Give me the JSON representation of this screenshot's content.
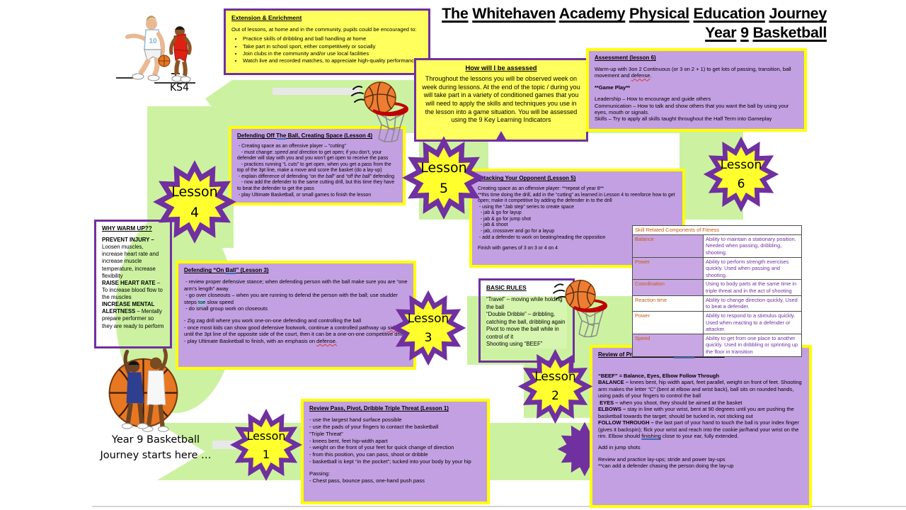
{
  "title": {
    "line1": "The Whitehaven Academy Physical Education Journey",
    "line2": "Year 9 Basketball"
  },
  "ks4_label": "KS4",
  "start_text": {
    "line1": "Year 9 Basketball",
    "line2": "Journey starts here …"
  },
  "stars": {
    "s1": {
      "word": "Lesson",
      "num": "1"
    },
    "s2": {
      "word": "Lesson",
      "num": "2"
    },
    "s3": {
      "word": "Lesson",
      "num": "3"
    },
    "s4": {
      "word": "Lesson",
      "num": "4"
    },
    "s5": {
      "word": "Lesson",
      "num": "5"
    },
    "s6": {
      "word": "Lesson",
      "num": "6"
    }
  },
  "extension": {
    "title": "Extension & Enrichment",
    "intro": "Out of lessons, at home and in the community, pupils could be encouraged to:",
    "bullets": [
      "Practice skills of dribbling and ball handling at home",
      "Take part in school sport, either competitively or socially",
      "Join clubs in the community and/or use local facilities",
      "Watch live and recorded matches, to appreciate high-quality performance"
    ]
  },
  "assessed": {
    "title": "How will I be assessed",
    "body": "Throughout the lessons you will be observed week on week during lessons. At the end of the topic / during you will take part in a variety of conditioned games that you will need to apply the skills and techniques you use in the lesson into a game situation. You will be assessed using the 9 Key Learning Indicators"
  },
  "assessment": {
    "title": "Assessment (lesson 6)",
    "paragraphs": [
      [
        {
          "t": "Warm-up with 3on 2 Continuous (or 3 on 2 + 1) to get lots of passing, transition, ball movement and "
        },
        {
          "t": "defense",
          "s": "w"
        },
        {
          "t": "."
        }
      ],
      [],
      [
        {
          "t": "**Game Play**",
          "s": "b"
        }
      ],
      [],
      [
        {
          "t": "Leadership – How to encourage and guide others"
        }
      ],
      [
        {
          "t": "Communication – How to talk and show others that you want the ball by using your eyes, mouth or signals."
        }
      ],
      [
        {
          "t": "Skills – Try to apply all skills taught throughout the Half Term into Gameplay"
        }
      ]
    ]
  },
  "lesson4": {
    "title_runs": [
      {
        "t": "Defending Off "
      },
      {
        "t": "The",
        "s": "bu"
      },
      {
        "t": " Ball, Creating Space (Lesson 4)"
      }
    ],
    "paragraphs": [
      [
        {
          "t": " - Creating space as an offensive player – “cutting”"
        }
      ],
      [
        {
          "t": "   - must change: "
        },
        {
          "t": "speed and direction",
          "s": "i"
        },
        {
          "t": " to get open; if you don’t, your defender will stay with you and you won’t get open to receive the pass"
        }
      ],
      [
        {
          "t": "   - practices running “L cuts” to get open, when you get a pass from the top of the 3pt line, make a move and score the basket (do a lay-up)"
        }
      ],
      [
        {
          "t": " - explain difference of defending "
        },
        {
          "t": "“on the ball”",
          "s": "i"
        },
        {
          "t": " and "
        },
        {
          "t": "“off the ball”",
          "s": "i"
        },
        {
          "t": " defending"
        }
      ],
      [
        {
          "t": "   - now add the defender to the same cutting drill, but this time they have to beat the defender to get the pass"
        }
      ],
      [
        {
          "t": " - play Ultimate Basketball, or small games to finish the lesson"
        }
      ]
    ]
  },
  "lesson5": {
    "title": "Attacking Your Opponent (Lesson 5)",
    "paragraphs": [
      [
        {
          "t": "Creating space as an offensive player: **repeat of year 8**"
        }
      ],
      [
        {
          "t": "**this time doing the drill, add in the “cutting” as learned in Lesson 4 to reenforce how to get open; make it competitive by adding the defender in to the drill"
        }
      ],
      [
        {
          "t": " - using the “Jab step” series to create space"
        }
      ],
      [
        {
          "t": "  - jab & go for layup"
        }
      ],
      [
        {
          "t": "  - jab & go for jump shot"
        }
      ],
      [
        {
          "t": "  - jab & shoot"
        }
      ],
      [
        {
          "t": "  - jab, crossover and go for a layup"
        }
      ],
      [
        {
          "t": " - add a defender to work on beating/reading the opposition"
        }
      ],
      [],
      [
        {
          "t": "Finish with games of 3 on 3 or 4 on 4"
        }
      ]
    ]
  },
  "why_warm_up": {
    "title": "WHY WARM UP??",
    "paragraphs": [
      [
        {
          "t": "PREVENT INJURY –",
          "s": "b"
        },
        {
          "t": " Loosen muscles, increase heart rate and increase muscle temperature, increase flexibility"
        }
      ],
      [
        {
          "t": "RAISE HEART RATE",
          "s": "b"
        },
        {
          "t": " – To increase blood flow to the muscles"
        }
      ],
      [
        {
          "t": "INCREASE MENTAL ALERTNESS",
          "s": "b"
        },
        {
          "t": " – Mentally prepare performer so they are ready to perform"
        }
      ]
    ]
  },
  "lesson3": {
    "title_runs": [
      {
        "t": "Defending “On "
      },
      {
        "t": "Ball",
        "s": "bu"
      },
      {
        "t": "”  (Lesson 3)"
      }
    ],
    "paragraphs": [
      [
        {
          "t": " - review proper defensive stance; when defending person with the ball make sure you are “one arm’s length” away"
        }
      ],
      [
        {
          "t": " - go over closeouts – when you are running to defend the person with the ball; use studder steps "
        },
        {
          "t": "toe",
          "s": "hb"
        },
        {
          "t": " slow speed"
        }
      ],
      [
        {
          "t": " - do small group work on closeouts"
        }
      ],
      [],
      [
        {
          "t": "- Zig zag drill where you work one-on-one defending and controlling the ball"
        }
      ],
      [
        {
          "t": "- once most kids can show good defensive footwork, continue a controlled pathway up "
        },
        {
          "t": "sideline,",
          "s": "w"
        },
        {
          "t": " until the 3pt line of the opposite side of the court, then it can be a one-on-one competitive drill"
        }
      ],
      [
        {
          "t": "- play Ultimate Basketball to finish, with an emphasis on "
        },
        {
          "t": "defense.",
          "s": "w"
        }
      ]
    ]
  },
  "basic_rules": {
    "title": "BASIC RULES",
    "paragraphs": [
      [
        {
          "t": "“Travel” – moving while holding the ball"
        }
      ],
      [
        {
          "t": "“Double Dribble” – dribbling, catching the ball, dribbling again"
        }
      ],
      [
        {
          "t": "Pivot to move the ball while in control of it"
        }
      ],
      [
        {
          "t": "Shooting using “BEEF”"
        }
      ]
    ]
  },
  "lesson2": {
    "title_runs": [
      {
        "t": "Review of Proper Shooting; "
      },
      {
        "t": "“BEEF”",
        "s": "bu"
      },
      {
        "t": "  (Lesson 2)"
      }
    ],
    "paragraphs": [
      [],
      [],
      [
        {
          "t": "“BEEF” = Balance, Eyes, Elbow Follow Through",
          "s": "b"
        }
      ],
      [
        {
          "t": "BALANCE –",
          "s": "b"
        },
        {
          "t": " knees bent, hip width apart, feet parallel, weight on front of feet. Shooting arm makes the letter “C” (bent at elbow and wrist back), ball sits on rounded hands, using pads of your fingers to control the ball"
        }
      ],
      [
        {
          "t": " EYES –",
          "s": "b"
        },
        {
          "t": " when you shoot, they should be aimed at the basket"
        }
      ],
      [
        {
          "t": "ELBOWS –",
          "s": "b"
        },
        {
          "t": " stay in line with your wrist, bent at 90 degrees until you are pushing the basketball towards the target; should be tucked in, not sticking out"
        }
      ],
      [
        {
          "t": "FOLLOW THROUGH –",
          "s": "b"
        },
        {
          "t": " the last part of your hand to touch the ball is your index finger (gives it backspin); flick your wrist and reach into the cookie jar/hand your wrist on the rim. Elbow should "
        },
        {
          "t": "finishing",
          "s": "bu"
        },
        {
          "t": " close to your ear, fully extended."
        }
      ],
      [],
      [
        {
          "t": "Add in jump shots"
        }
      ],
      [],
      [
        {
          "t": "Review and practice lay-ups; stride and power lay-ups"
        }
      ],
      [
        {
          "t": "**can add a defender chasing the person doing the lay-up"
        }
      ]
    ]
  },
  "lesson1": {
    "title": "Review Pass, Pivot, Dribble Triple Threat (Lesson 1)",
    "paragraphs": [
      [
        {
          "t": "- use the largest hand surface possible"
        }
      ],
      [
        {
          "t": "- use the pads of your fingers to contact the basketball"
        }
      ],
      [
        {
          "t": "“Triple Threat”"
        }
      ],
      [
        {
          "t": "- knees bent, feet hip-width apart"
        }
      ],
      [
        {
          "t": "- weight on the front of your feet for quick change of direction"
        }
      ],
      [
        {
          "t": "- from this position, you can pass, shoot or dribble"
        }
      ],
      [
        {
          "t": "- basketball is kept “in the pocket”; tucked into your body by your hip"
        }
      ],
      [],
      [
        {
          "t": "Passing:"
        }
      ],
      [
        {
          "t": "- Chest pass, bounce pass, one-hand push pass"
        }
      ]
    ]
  },
  "fitness_table": {
    "header": "Skill Related Components of Fitness",
    "rows": [
      {
        "component": "Balance",
        "description": "Ability to maintain a stationary position. Needed when passing, dribbling, shooting."
      },
      {
        "component": "Power",
        "description": "Ability to perform strength exercises quickly. Used when passing and shooting."
      },
      {
        "component": "Coordination",
        "description": "Using to body parts at the same time in triple threat and in the act of shooting"
      },
      {
        "component": "Reaction time",
        "description": "Ability to change direction quickly. Used to beat a defender."
      },
      {
        "component": "Power",
        "description": "Ability to respond to a stimulus quickly. Used when reacting to a defender or attacker."
      },
      {
        "component": "Speed",
        "description": "Ability to get from one place to another quickly. Used in dribbling or sprinting up the floor in transition"
      }
    ]
  },
  "colors": {
    "accent_purple": "#7030a0",
    "box_purple": "#c3a0e2",
    "box_yellow": "#ffff5e",
    "border_yellow": "#ffff00",
    "star_yellow": "#ffff2e",
    "path_green": "#ccf2a1",
    "table_label_orange": "#c55a11",
    "ball_orange": "#ed7d31"
  }
}
